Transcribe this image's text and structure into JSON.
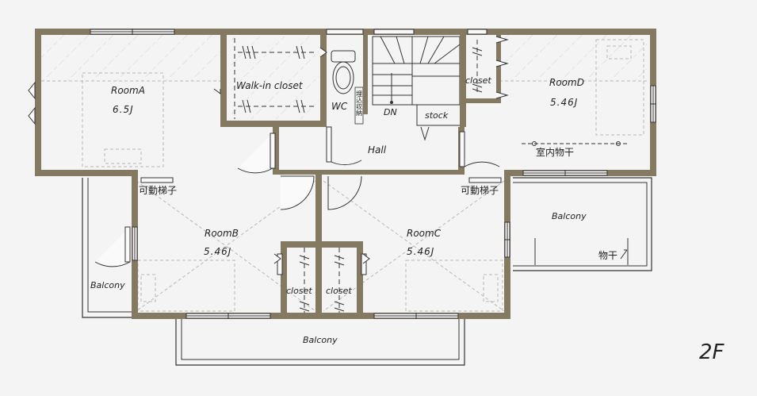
{
  "floor_label": "2F",
  "rooms": {
    "room_a": {
      "name": "RoomA",
      "area": "6.5J"
    },
    "room_b": {
      "name": "RoomB",
      "area": "5.46J"
    },
    "room_c": {
      "name": "RoomC",
      "area": "5.46J"
    },
    "room_d": {
      "name": "RoomD",
      "area": "5.46J"
    }
  },
  "labels": {
    "walk_in_closet": "Walk-in closet",
    "wc": "WC",
    "wc_storage": "埋込収納",
    "stairs_down": "DN",
    "stock": "stock",
    "hall": "Hall",
    "closet_d": "closet",
    "closet_b": "closet",
    "closet_c": "closet",
    "indoor_drying": "室内物干",
    "movable_ladder_left": "可動梯子",
    "movable_ladder_right": "可動梯子",
    "balcony_right": "Balcony",
    "balcony_left": "Balcony",
    "balcony_bottom": "Balcony",
    "outdoor_drying": "物干"
  },
  "colors": {
    "wall": "#847a62",
    "background": "#f4f4f4",
    "line": "#333333",
    "dashed": "#b8b8b8"
  }
}
